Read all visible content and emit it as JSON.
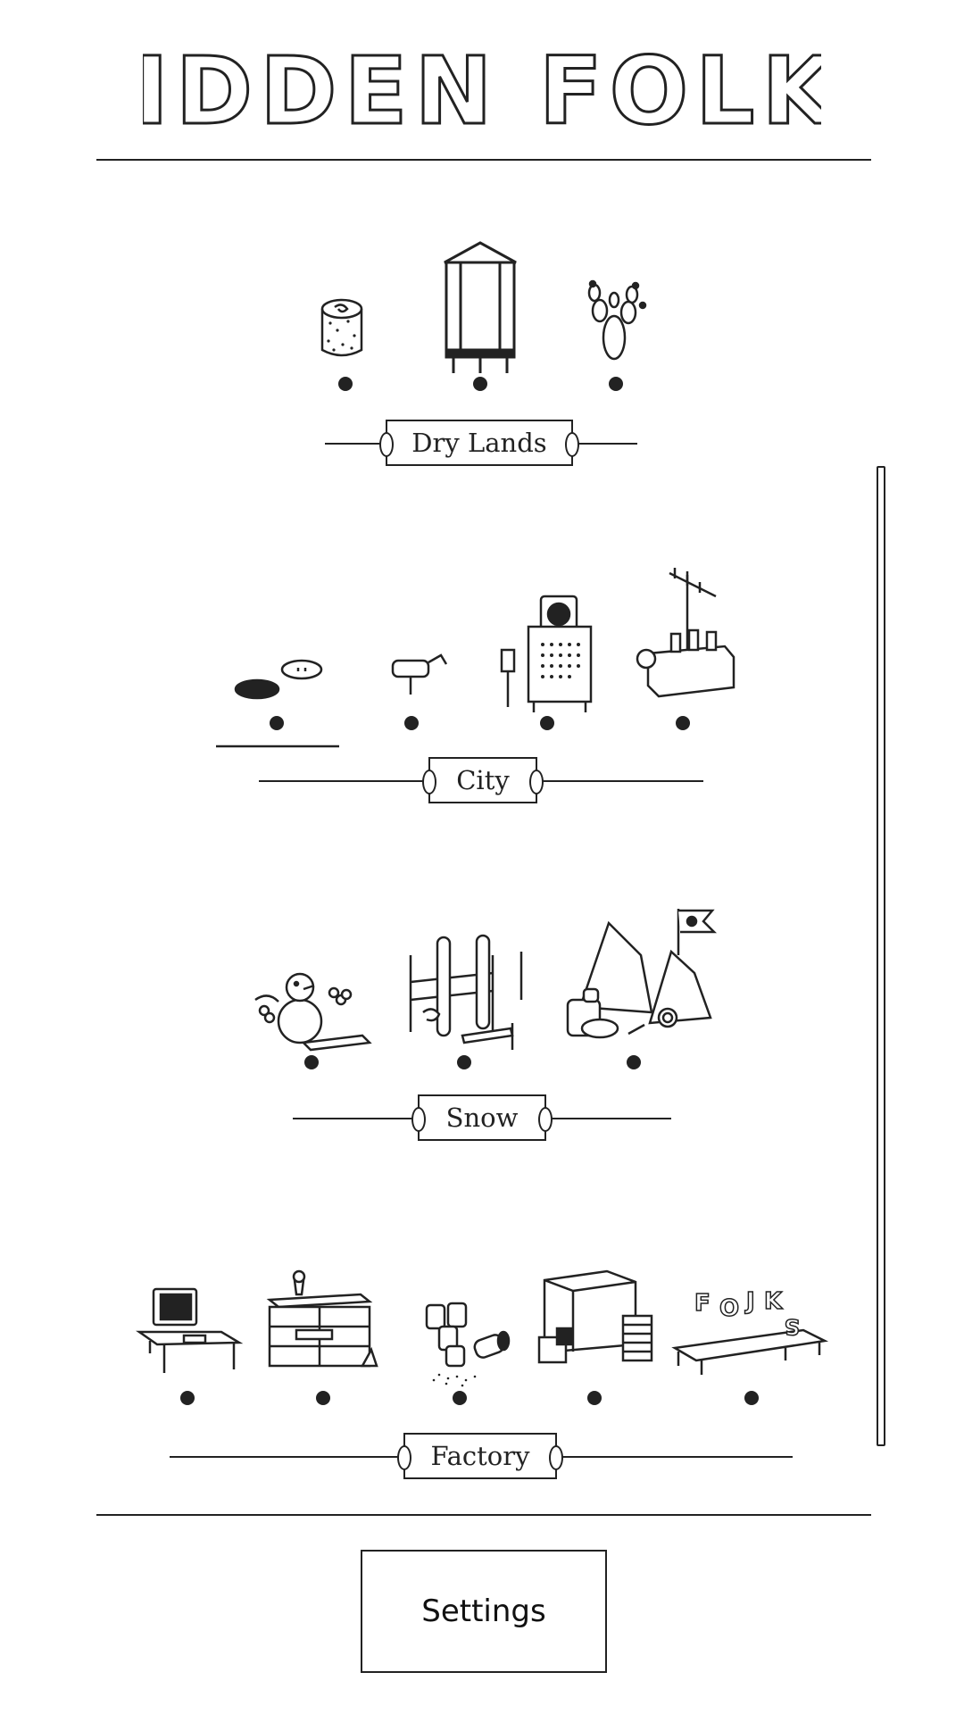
{
  "game": {
    "title": "HIDDEN FOLKS"
  },
  "levels": [
    {
      "name": "Dry Lands",
      "scene_count": 3
    },
    {
      "name": "City",
      "scene_count": 4
    },
    {
      "name": "Snow",
      "scene_count": 3
    },
    {
      "name": "Factory",
      "scene_count": 5
    }
  ],
  "settings": {
    "label": "Settings"
  },
  "colors": {
    "ink": "#222222",
    "paper": "#ffffff"
  }
}
